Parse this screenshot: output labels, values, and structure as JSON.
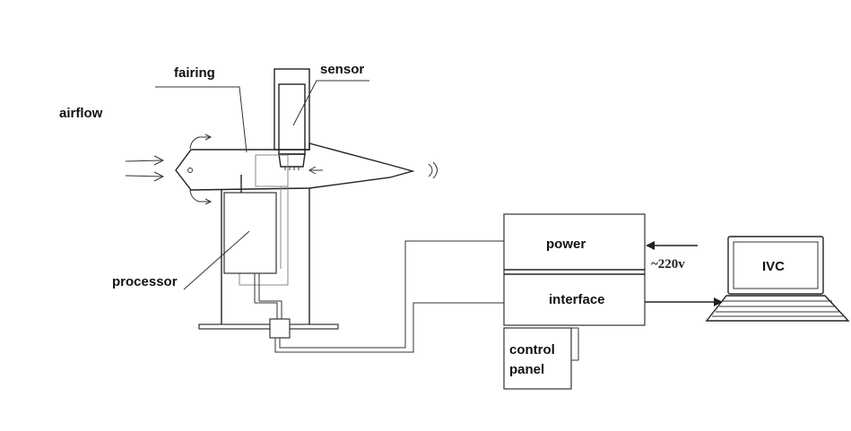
{
  "labels": {
    "airflow": "airflow",
    "fairing": "fairing",
    "sensor": "sensor",
    "processor": "processor",
    "power": "power",
    "voltage": "~220v",
    "interface": "interface",
    "control_panel_line1": "control",
    "control_panel_line2": "panel",
    "ivc": "IVC"
  }
}
